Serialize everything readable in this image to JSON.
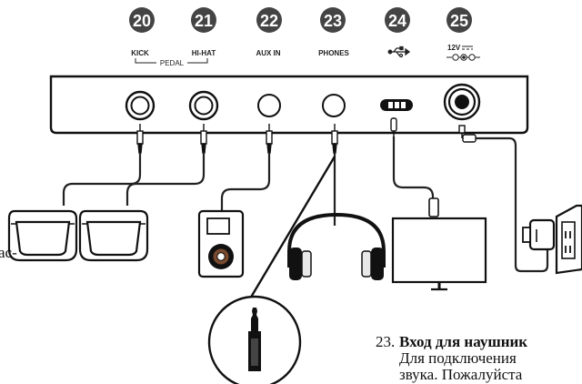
{
  "connectors": [
    {
      "number": "20",
      "label": "KICK"
    },
    {
      "number": "21",
      "label": "HI-HAT"
    },
    {
      "number": "22",
      "label": "AUX IN"
    },
    {
      "number": "23",
      "label": "PHONES"
    },
    {
      "number": "24",
      "label": ""
    },
    {
      "number": "25",
      "label": "12V"
    }
  ],
  "pedal_group_label": "PEDAL",
  "side_text_fragment": "ас-",
  "description": {
    "item_number": "23.",
    "title": "Вход для наушник",
    "line1": "Для подключения",
    "line2": "звука. Пожалуйста"
  }
}
